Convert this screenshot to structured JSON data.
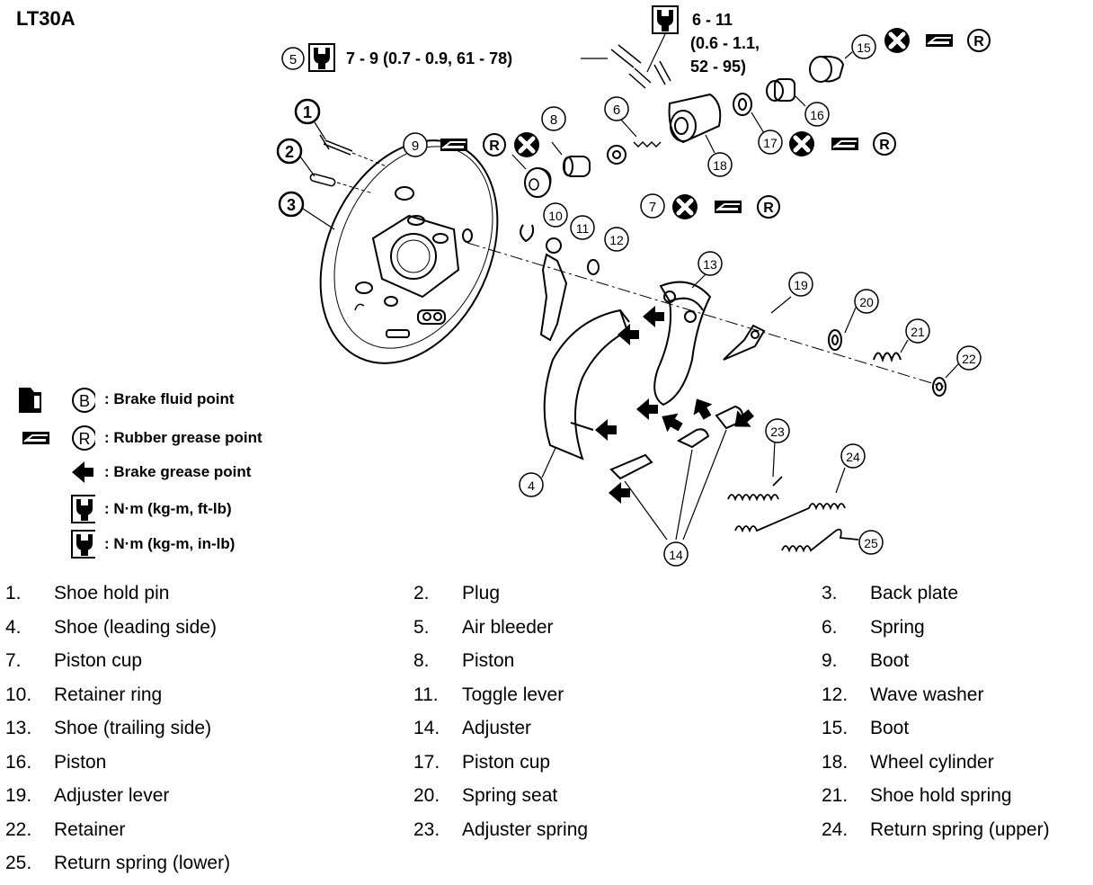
{
  "title": "LT30A",
  "torque_callouts": {
    "air_bleeder": "7 - 9 (0.7 - 0.9, 61 - 78)",
    "wheel_cyl_line1": "6 - 11",
    "wheel_cyl_line2": "(0.6 - 1.1,",
    "wheel_cyl_line3": "52 - 95)"
  },
  "callout_numbers": [
    "1",
    "2",
    "3",
    "4",
    "5",
    "6",
    "7",
    "8",
    "9",
    "10",
    "11",
    "12",
    "13",
    "14",
    "15",
    "16",
    "17",
    "18",
    "19",
    "20",
    "21",
    "22",
    "23",
    "24",
    "25"
  ],
  "symbol_letters": {
    "brake_fluid": "B",
    "rubber_grease": "R"
  },
  "legend": [
    {
      "icon": "brake-fluid-icon",
      "letter": "B",
      "text": ": Brake fluid point"
    },
    {
      "icon": "rubber-grease-icon",
      "letter": "R",
      "text": ": Rubber grease point"
    },
    {
      "icon": "brake-grease-arrow-icon",
      "letter": "",
      "text": ": Brake grease point"
    },
    {
      "icon": "torque-wrench-ft-lb-icon",
      "letter": "",
      "text": ": N·m (kg-m, ft-lb)"
    },
    {
      "icon": "torque-wrench-in-lb-icon",
      "letter": "",
      "text": ": N·m (kg-m, in-lb)"
    }
  ],
  "parts": [
    {
      "num": "1.",
      "name": "Shoe hold pin"
    },
    {
      "num": "2.",
      "name": "Plug"
    },
    {
      "num": "3.",
      "name": "Back plate"
    },
    {
      "num": "4.",
      "name": "Shoe (leading side)"
    },
    {
      "num": "5.",
      "name": "Air bleeder"
    },
    {
      "num": "6.",
      "name": "Spring"
    },
    {
      "num": "7.",
      "name": "Piston cup"
    },
    {
      "num": "8.",
      "name": "Piston"
    },
    {
      "num": "9.",
      "name": "Boot"
    },
    {
      "num": "10.",
      "name": "Retainer ring"
    },
    {
      "num": "11.",
      "name": "Toggle lever"
    },
    {
      "num": "12.",
      "name": "Wave washer"
    },
    {
      "num": "13.",
      "name": "Shoe (trailing side)"
    },
    {
      "num": "14.",
      "name": "Adjuster"
    },
    {
      "num": "15.",
      "name": "Boot"
    },
    {
      "num": "16.",
      "name": "Piston"
    },
    {
      "num": "17.",
      "name": "Piston cup"
    },
    {
      "num": "18.",
      "name": "Wheel cylinder"
    },
    {
      "num": "19.",
      "name": "Adjuster lever"
    },
    {
      "num": "20.",
      "name": "Spring seat"
    },
    {
      "num": "21.",
      "name": "Shoe hold spring"
    },
    {
      "num": "22.",
      "name": "Retainer"
    },
    {
      "num": "23.",
      "name": "Adjuster spring"
    },
    {
      "num": "24.",
      "name": "Return spring (upper)"
    },
    {
      "num": "25.",
      "name": "Return spring (lower)"
    }
  ]
}
